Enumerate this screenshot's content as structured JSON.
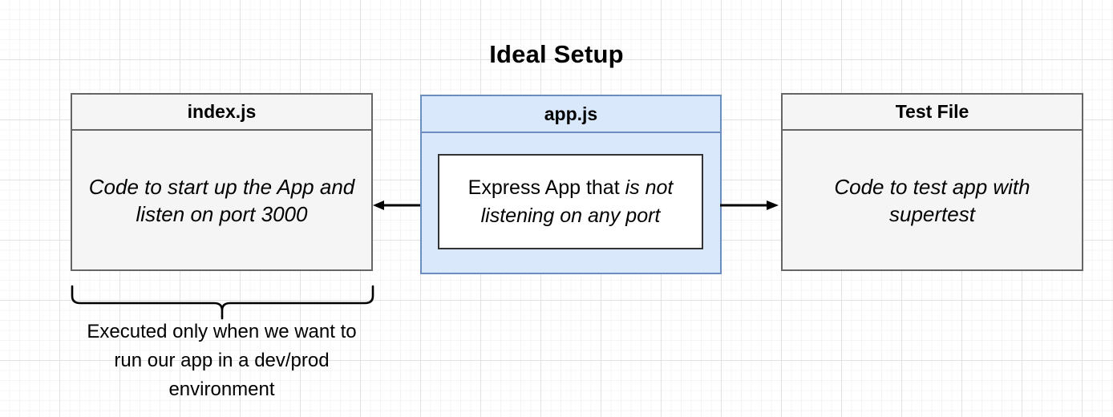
{
  "diagram": {
    "title": "Ideal Setup",
    "nodes": [
      {
        "id": "index-js",
        "header": "index.js",
        "body": "Code to start up the App and listen on port 3000",
        "fill": "#f5f5f5",
        "stroke": "#666666"
      },
      {
        "id": "app-js",
        "header": "app.js",
        "fill": "#dae8fc",
        "stroke": "#6c8ebf",
        "inner_card": {
          "text_normal": "Express App that ",
          "text_italic": "is not listening on any port",
          "fill": "#ffffff",
          "stroke": "#333333"
        }
      },
      {
        "id": "test-file",
        "header": "Test File",
        "body": "Code to test app with supertest",
        "fill": "#f5f5f5",
        "stroke": "#666666"
      }
    ],
    "connectors": [
      {
        "id": "app-to-index",
        "direction": "left",
        "stroke": "#000000"
      },
      {
        "id": "app-to-test",
        "direction": "right",
        "stroke": "#000000"
      }
    ],
    "annotation": {
      "brace_target": "index-js",
      "caption": "Executed only when we want to run our app in a dev/prod environment"
    }
  }
}
